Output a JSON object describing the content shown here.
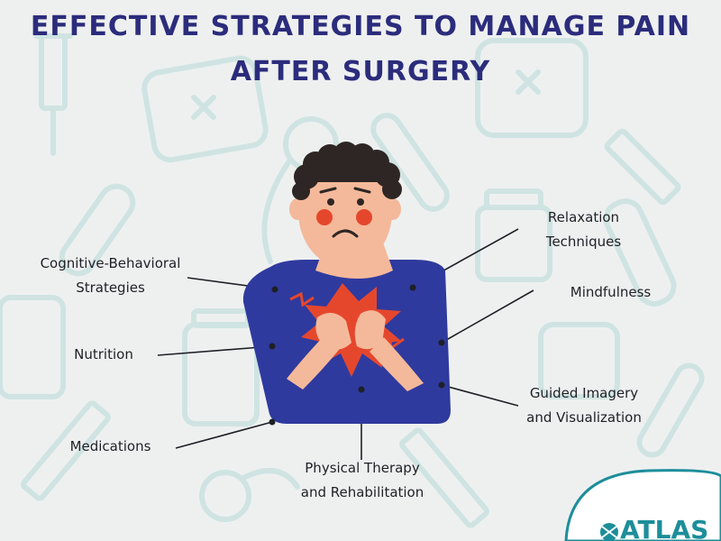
{
  "title": {
    "line1": "EFFECTIVE STRATEGIES TO MANAGE PAIN",
    "line2": "AFTER SURGERY"
  },
  "strategies": {
    "cognitive": [
      "Cognitive-Behavioral",
      "Strategies"
    ],
    "nutrition": [
      "Nutrition"
    ],
    "medications": [
      "Medications"
    ],
    "physical": [
      "Physical Therapy",
      "and Rehabilitation"
    ],
    "guided": [
      "Guided Imagery",
      "and Visualization"
    ],
    "mindfulness": [
      "Mindfulness"
    ],
    "relaxation": [
      "Relaxation",
      "Techniques"
    ]
  },
  "logo": {
    "text": "ATLAS PAI"
  },
  "colors": {
    "title": "#2b2c7c",
    "shirt": "#2f3a9e",
    "skin": "#f4b99a",
    "hair": "#2e2624",
    "pain": "#e5472d",
    "pattern": "#cfe4e2",
    "logo": "#1d8e9a"
  }
}
